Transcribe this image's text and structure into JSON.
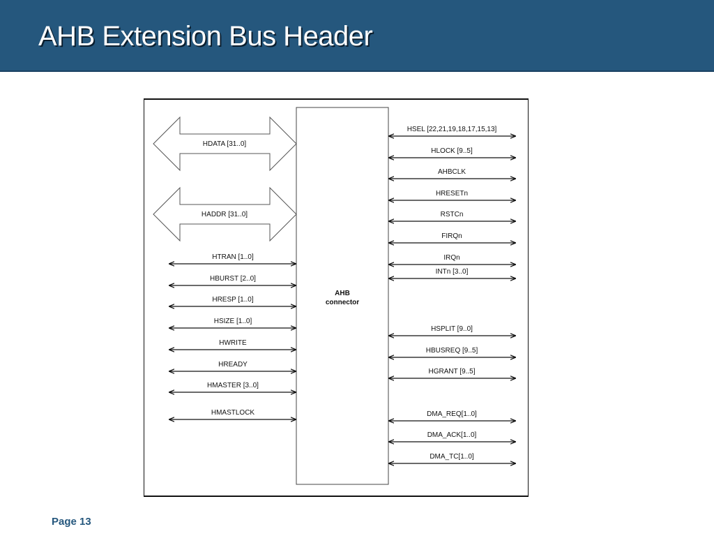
{
  "slide": {
    "title": "AHB Extension Bus Header",
    "page": "Page 13"
  },
  "diagram": {
    "connector_label_1": "AHB",
    "connector_label_2": "connector",
    "buses": [
      "HDATA [31..0]",
      "HADDR [31..0]"
    ],
    "left_signals": [
      "HTRAN [1..0]",
      "HBURST [2..0]",
      "HRESP [1..0]",
      "HSIZE [1..0]",
      "HWRITE",
      "HREADY",
      "HMASTER [3..0]",
      "HMASTLOCK"
    ],
    "right_signals": [
      "HSEL [22,21,19,18,17,15,13]",
      "HLOCK [9..5]",
      "AHBCLK",
      "HRESETn",
      "RSTCn",
      "FIRQn",
      "IRQn",
      "INTn [3..0]",
      "HSPLIT [9..0]",
      "HBUSREQ [9..5]",
      "HGRANT [9..5]",
      "DMA_REQ[1..0]",
      "DMA_ACK[1..0]",
      "DMA_TC[1..0]"
    ]
  }
}
